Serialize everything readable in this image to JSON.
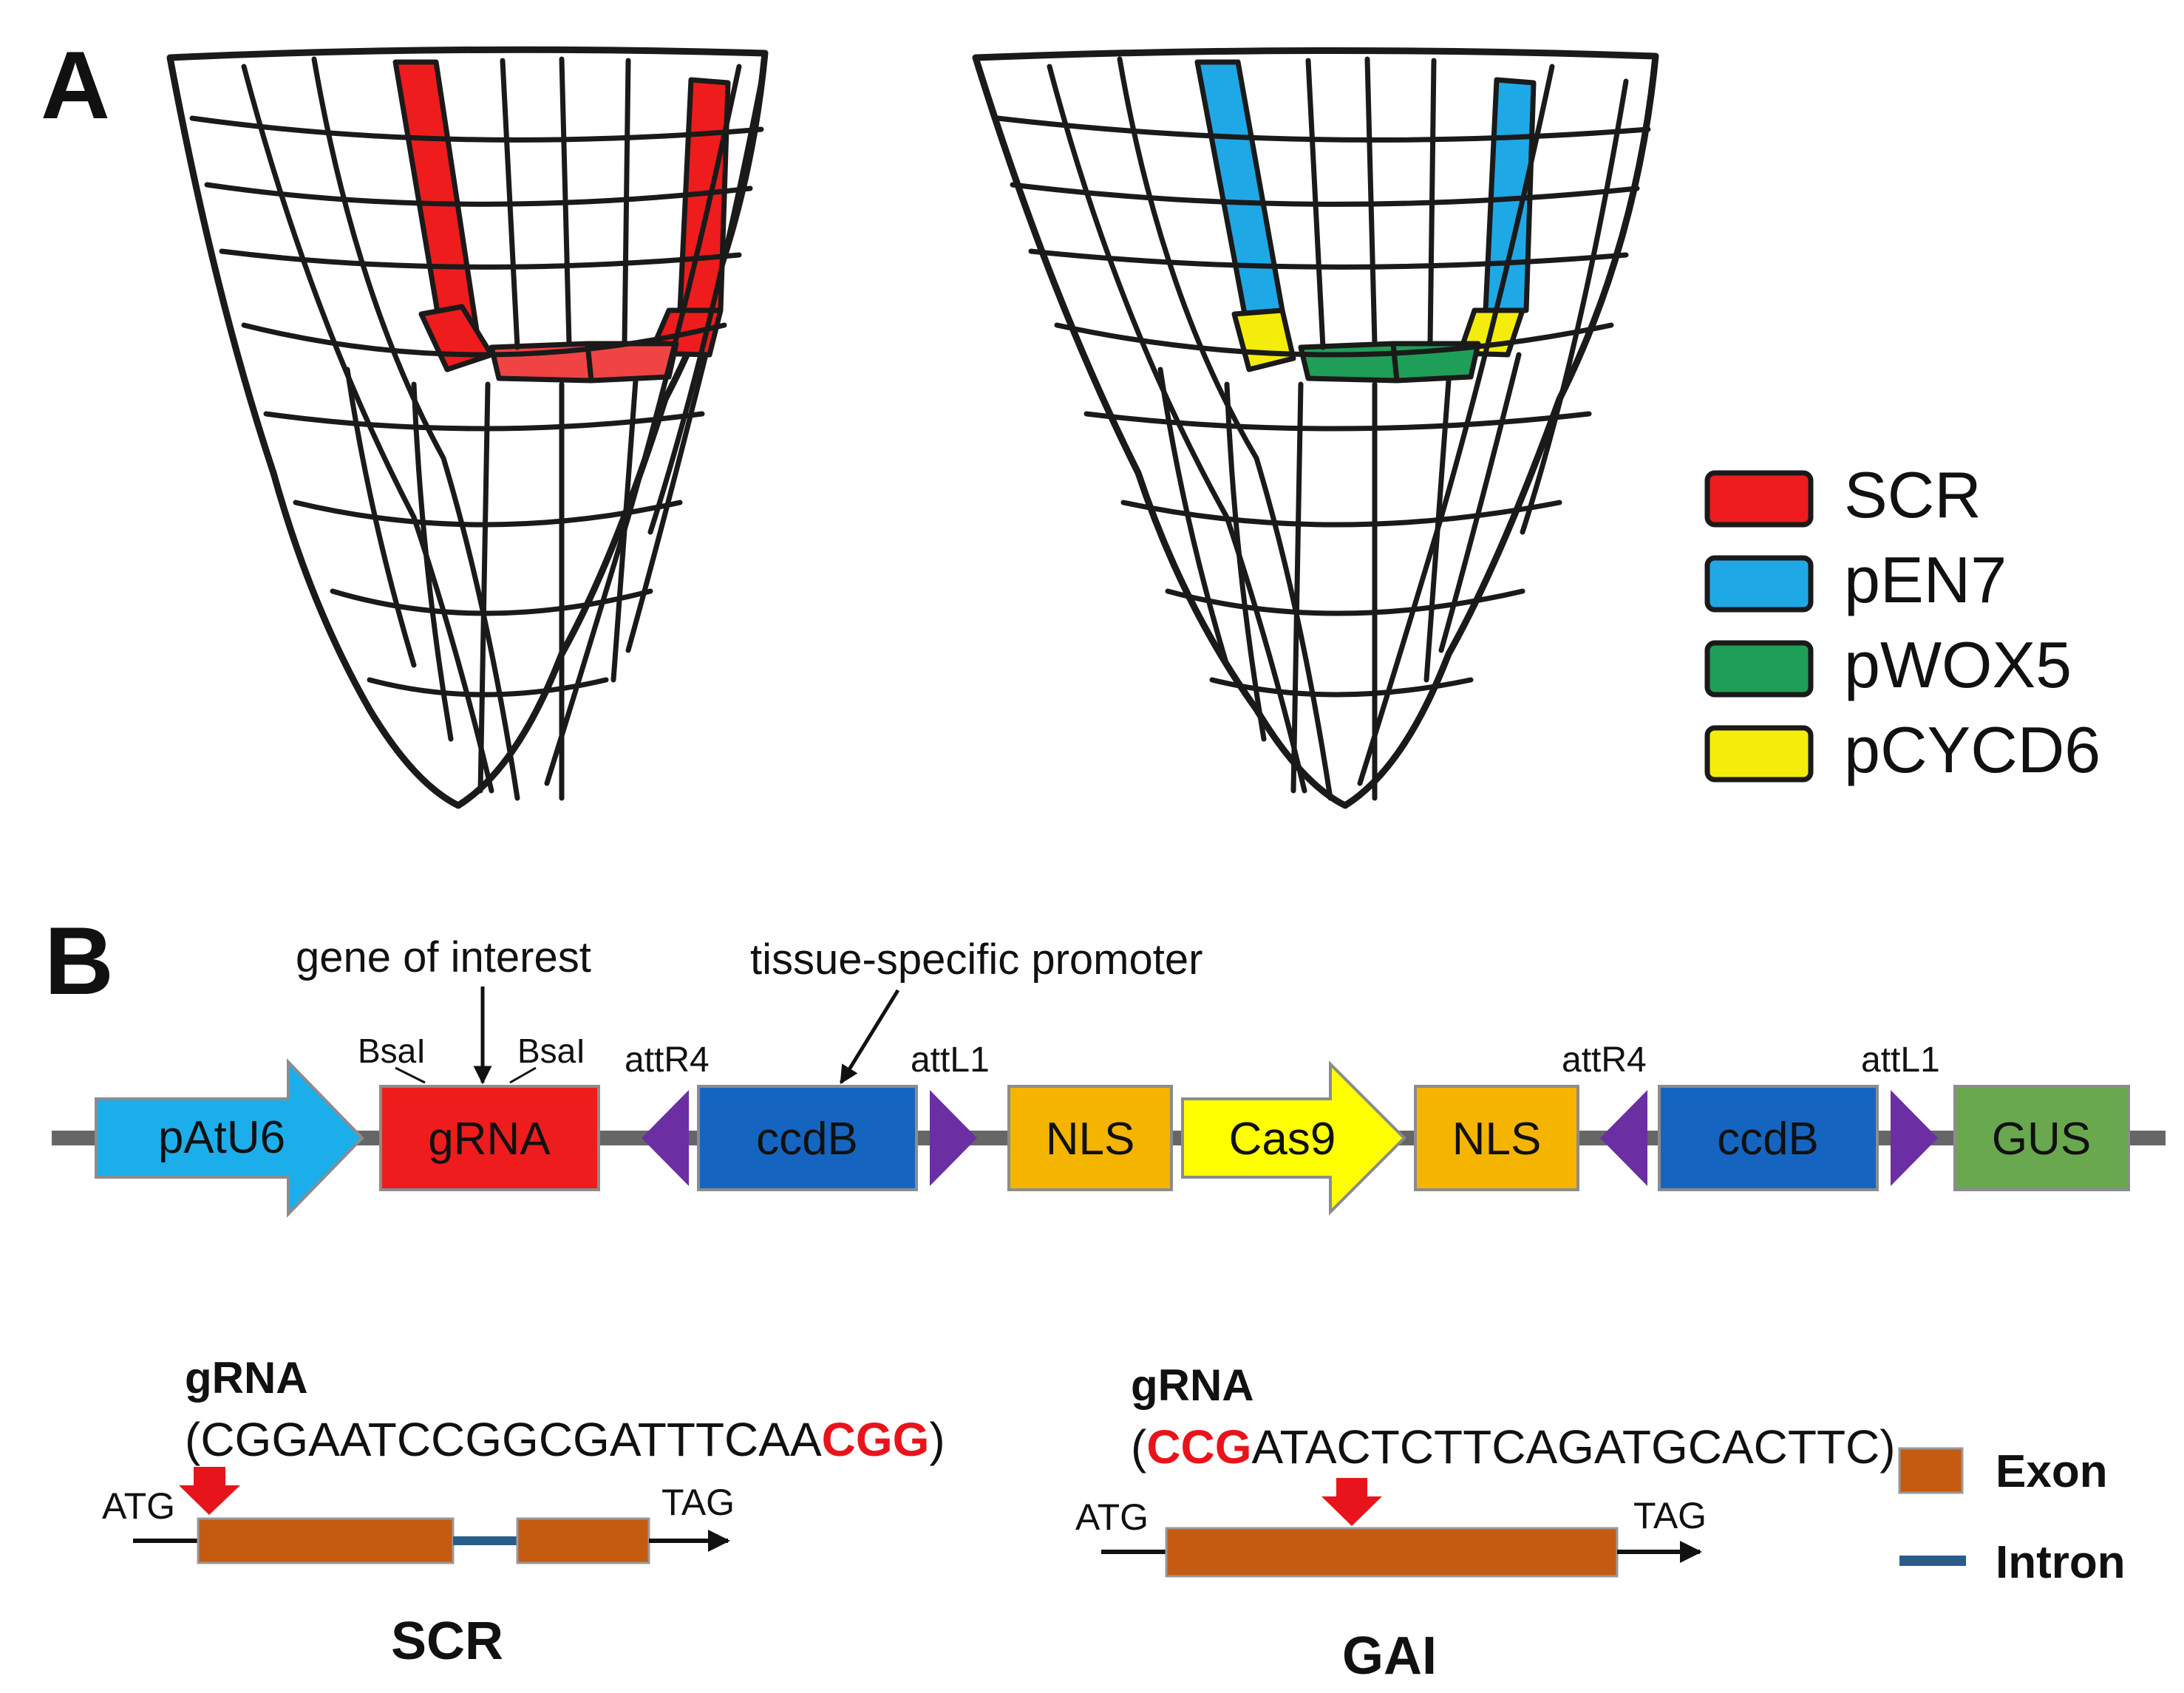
{
  "panels": {
    "a": {
      "label": "A"
    },
    "b": {
      "label": "B"
    }
  },
  "colors": {
    "scr": "#ee1c1c",
    "en7": "#1fa8e6",
    "wox5": "#1f9e57",
    "cycd6": "#f4ec0b",
    "scr_qc": "#f04444",
    "backbone": "#666666",
    "patu6": "#1caeea",
    "grna": "#ee1c1c",
    "ccdb": "#1565c0",
    "att": "#6b2fa3",
    "nls": "#f5b400",
    "cas9": "#ffff00",
    "gus": "#6aa84f",
    "exon": "#c55a11",
    "intron": "#2a5c8a",
    "pam": "#e8141c",
    "arrow_red": "#e8141c"
  },
  "legend_a": [
    {
      "label": "SCR",
      "color_key": "scr"
    },
    {
      "label": "pEN7",
      "color_key": "en7"
    },
    {
      "label": "pWOX5",
      "color_key": "wox5"
    },
    {
      "label": "pCYCD6",
      "color_key": "cycd6"
    }
  ],
  "construct": {
    "annotations": {
      "gene_of_interest": "gene of interest",
      "tissue_specific_promoter": "tissue-specific promoter",
      "bsai_left": "BsaI",
      "bsai_right": "BsaI",
      "attr4_1": "attR4",
      "attl1_1": "attL1",
      "attr4_2": "attR4",
      "attl1_2": "attL1"
    },
    "parts": {
      "patu6": "pAtU6",
      "grna": "gRNA",
      "ccdb1": "ccdB",
      "nls1": "NLS",
      "cas9": "Cas9",
      "nls2": "NLS",
      "ccdb2": "ccdB",
      "gus": "GUS"
    }
  },
  "genes": {
    "scr": {
      "name": "SCR",
      "grna_title": "gRNA",
      "seq_open": "(",
      "seq_main": "CGGAATCCGGCGATTTCAA",
      "seq_pam": "CGG",
      "seq_close": ")",
      "start": "ATG",
      "stop": "TAG"
    },
    "gai": {
      "name": "GAI",
      "grna_title": "gRNA",
      "seq_open": "(",
      "seq_pam": "CCG",
      "seq_main": "ATACTCTTCAGATGCACTTC",
      "seq_close": ")",
      "start": "ATG",
      "stop": "TAG"
    }
  },
  "legend_b": {
    "exon": "Exon",
    "intron": "Intron"
  }
}
